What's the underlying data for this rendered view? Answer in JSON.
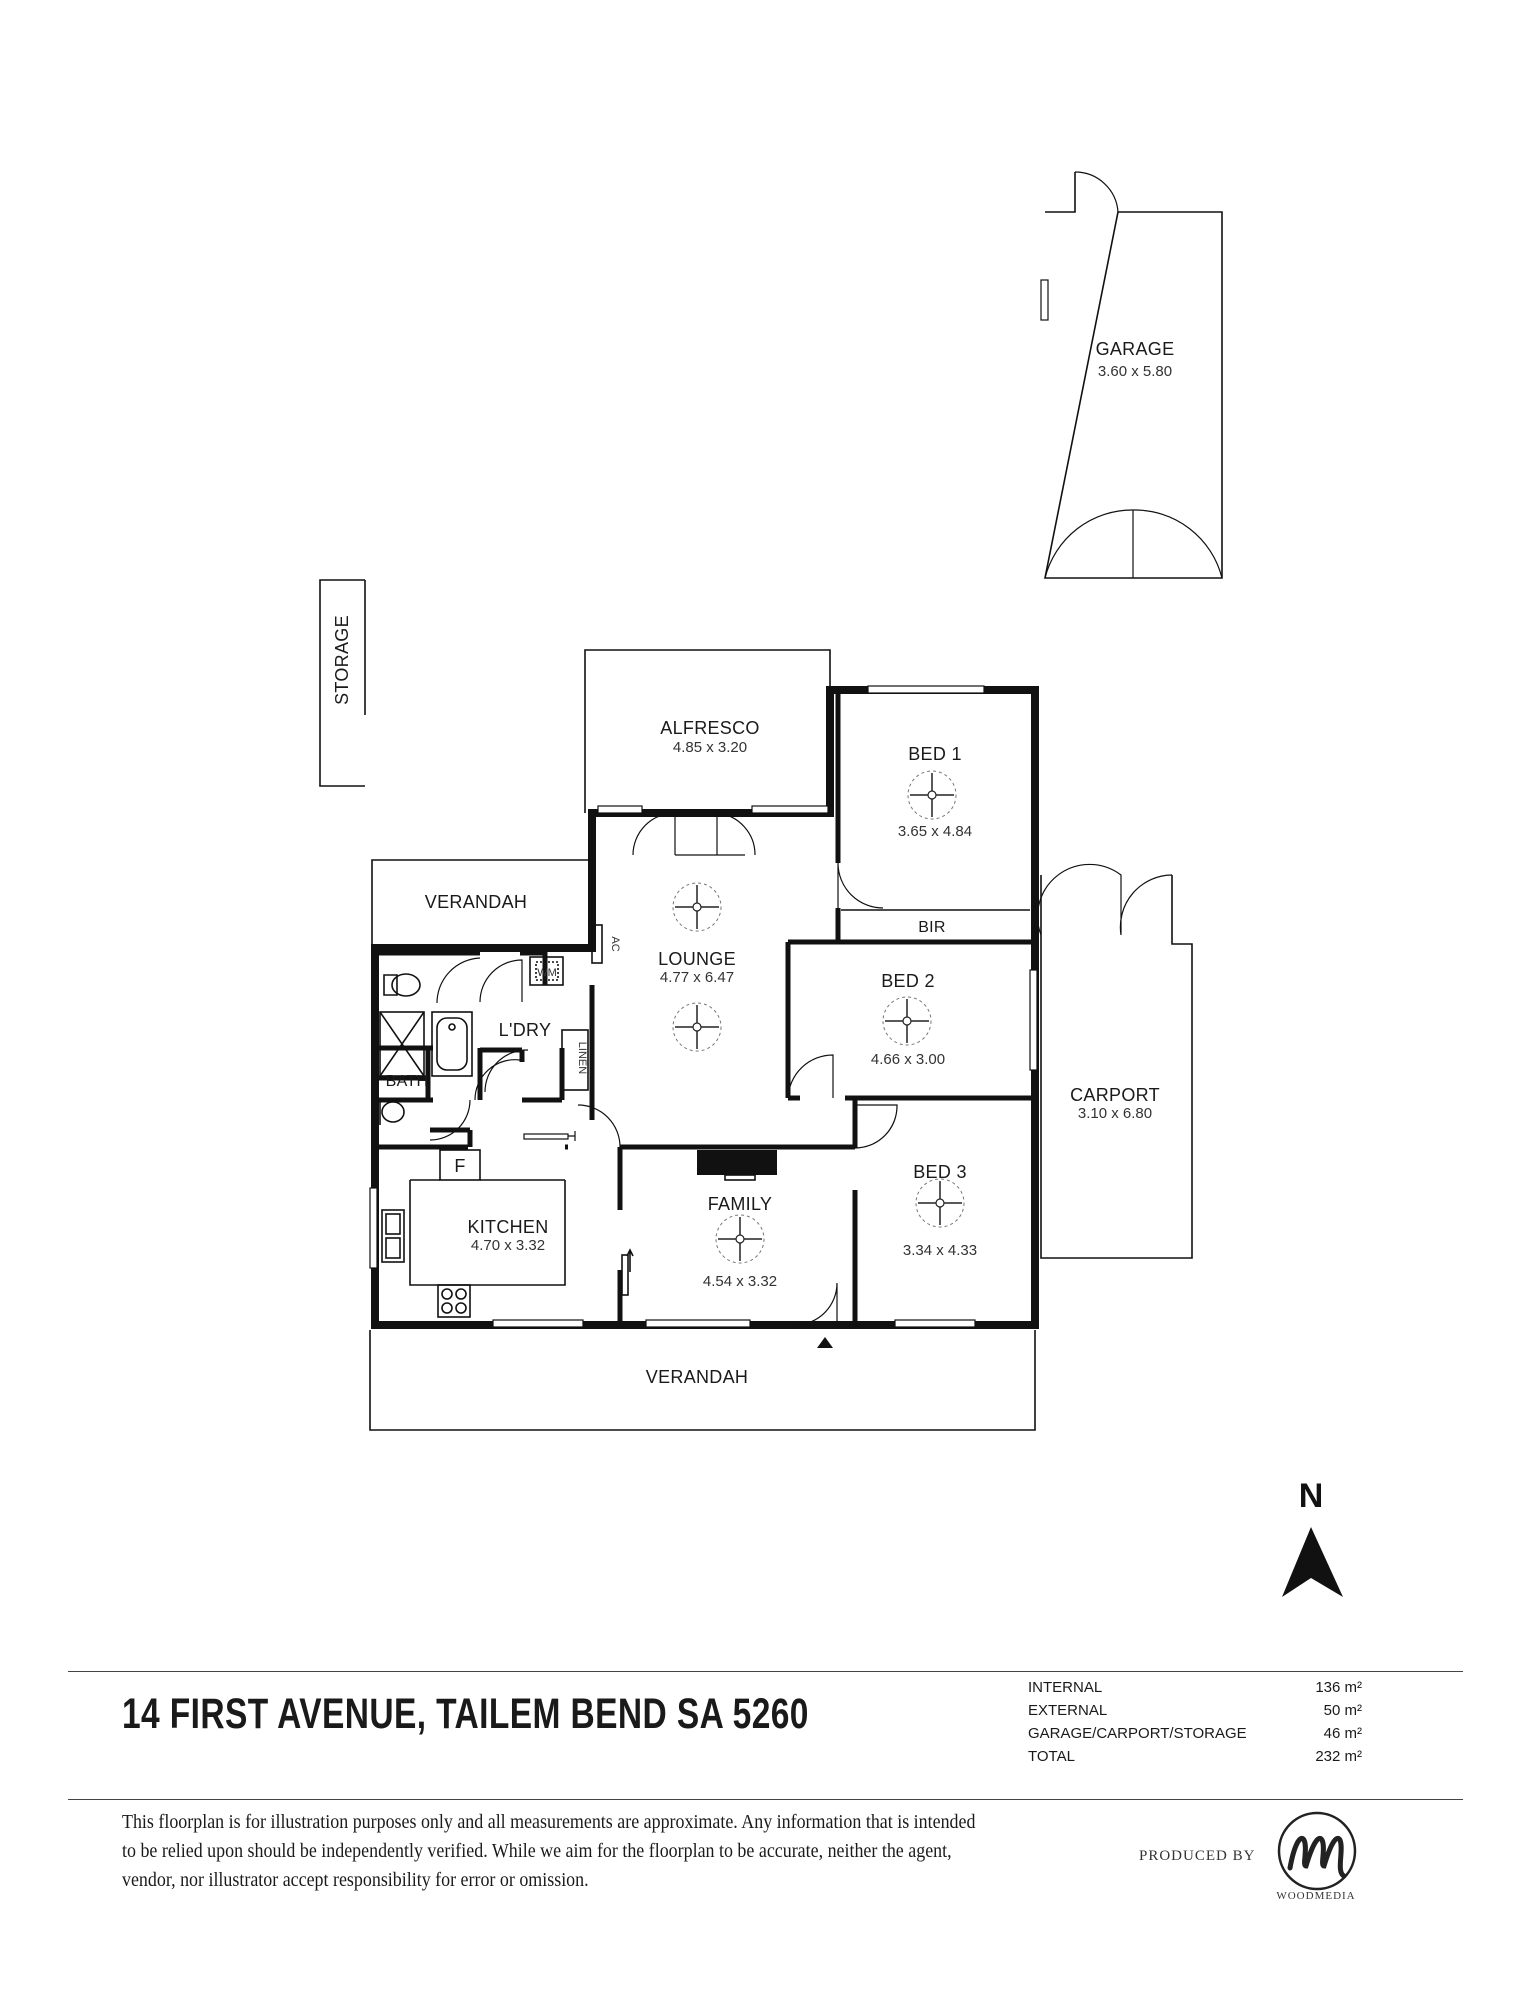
{
  "rooms": {
    "garage": {
      "label": "GARAGE",
      "dims": "3.60 x 5.80"
    },
    "storage": {
      "label": "STORAGE"
    },
    "alfresco": {
      "label": "ALFRESCO",
      "dims": "4.85 x 3.20"
    },
    "bed1": {
      "label": "BED 1",
      "dims": "3.65 x 4.84"
    },
    "bir": {
      "label": "BIR"
    },
    "verandah_top": {
      "label": "VERANDAH"
    },
    "lounge": {
      "label": "LOUNGE",
      "dims": "4.77 x 6.47"
    },
    "ac": {
      "label": "AC"
    },
    "wm": {
      "label": "WM"
    },
    "ldry": {
      "label": "L'DRY"
    },
    "linen": {
      "label": "LINEN"
    },
    "bath": {
      "label": "BATH"
    },
    "bed2": {
      "label": "BED 2",
      "dims": "4.66 x 3.00"
    },
    "carport": {
      "label": "CARPORT",
      "dims": "3.10 x 6.80"
    },
    "bed3": {
      "label": "BED 3",
      "dims": "3.34 x 4.33"
    },
    "kitchen": {
      "label": "KITCHEN",
      "dims": "4.70 x 3.32"
    },
    "fridge": {
      "label": "F"
    },
    "family": {
      "label": "FAMILY",
      "dims": "4.54 x 3.32"
    },
    "verandah_bottom": {
      "label": "VERANDAH"
    }
  },
  "compass": {
    "letter": "N"
  },
  "address": "14 FIRST AVENUE, TAILEM BEND SA 5260",
  "areas": [
    {
      "label": "INTERNAL",
      "value": "136 m²"
    },
    {
      "label": "EXTERNAL",
      "value": "50 m²"
    },
    {
      "label": "GARAGE/CARPORT/STORAGE",
      "value": "46 m²"
    },
    {
      "label": "TOTAL",
      "value": "232 m²"
    }
  ],
  "disclaimer": "This floorplan is for illustration purposes only and all measurements are approximate. Any information that is intended to be relied upon should be independently verified. While we aim for the floorplan to be accurate, neither the agent, vendor, nor illustrator accept responsibility for error or omission.",
  "credit": {
    "produced_by": "PRODUCED BY",
    "brand": "WOODMEDIA"
  }
}
